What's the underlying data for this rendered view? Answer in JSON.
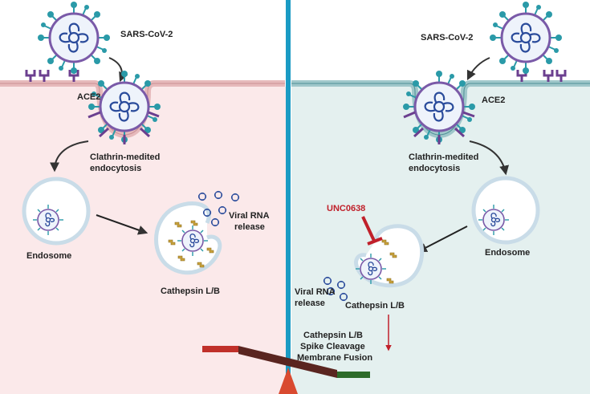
{
  "left_panel": {
    "virus_label": "SARS-CoV-2",
    "receptor_label": "ACE2",
    "pathway_label_line1": "Clathrin-medited",
    "pathway_label_line2": "endocytosis",
    "endosome_label": "Endosome",
    "rna_label_line1": "Viral RNA",
    "rna_label_line2": "release",
    "protease_label": "Cathepsin L/B"
  },
  "right_panel": {
    "virus_label": "SARS-CoV-2",
    "receptor_label": "ACE2",
    "pathway_label_line1": "Clathrin-medited",
    "pathway_label_line2": "endocytosis",
    "endosome_label": "Endosome",
    "inhibitor_label": "UNC0638",
    "rna_label_line1": "Viral RNA",
    "rna_label_line2": "release",
    "protease_label": "Cathepsin L/B"
  },
  "balance": {
    "line1": "Cathepsin L/B",
    "line2": "Spike Cleavage",
    "line3": "Membrane Fusion"
  },
  "colors": {
    "left_bg": "#fbe9ea",
    "right_bg": "#e4f0ef",
    "divider": "#1a9bc4",
    "membrane_left": "#e6b9bb",
    "membrane_right": "#9fc7ca",
    "virus_blue": "#2a4b9b",
    "spike_teal": "#2a9aa8",
    "receptor_purple": "#6b3f8f",
    "inhibitor_red": "#c0202a",
    "cathepsin_gold": "#c9a23b",
    "seesaw_left": "#c0302a",
    "seesaw_mid": "#5a2520",
    "seesaw_right": "#2d6b2a",
    "fulcrum": "#d94a30"
  }
}
